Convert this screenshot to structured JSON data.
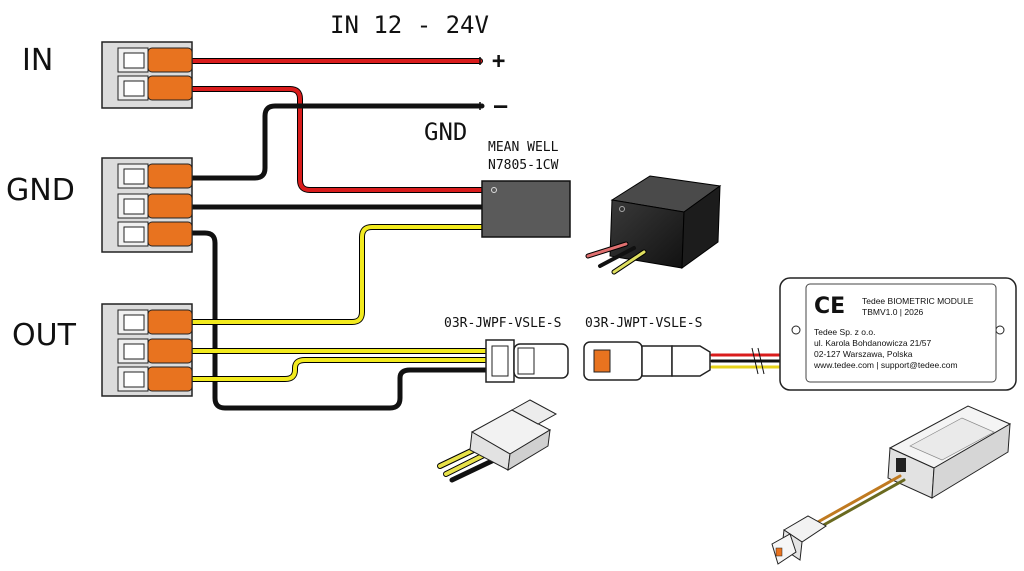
{
  "labels": {
    "in": "IN",
    "gnd_block": "GND",
    "out": "OUT",
    "supply": "IN 12 - 24V",
    "plus": "+",
    "minus": "–",
    "gnd_wire": "GND",
    "psu_brand": "MEAN WELL",
    "psu_model": "N7805-1CW",
    "connector_female": "03R-JWPF-VSLE-S",
    "connector_male": "03R-JWPT-VSLE-S"
  },
  "module": {
    "ce_mark": "CE",
    "title": "Tedee BIOMETRIC MODULE",
    "model": "TBMV1.0 | 2026",
    "company": "Tedee Sp. z o.o.",
    "street": "ul. Karola Bohdanowicza 21/57",
    "city": "02-127 Warszawa, Polska",
    "contact": "www.tedee.com | support@tedee.com"
  },
  "colors": {
    "terminal_orange": "#e8731f",
    "terminal_body": "#dcdcdc",
    "wire_red": "#d91c1c",
    "wire_black": "#111111",
    "wire_yellow": "#f2ea1e",
    "psu_body": "#5a5a5a"
  }
}
